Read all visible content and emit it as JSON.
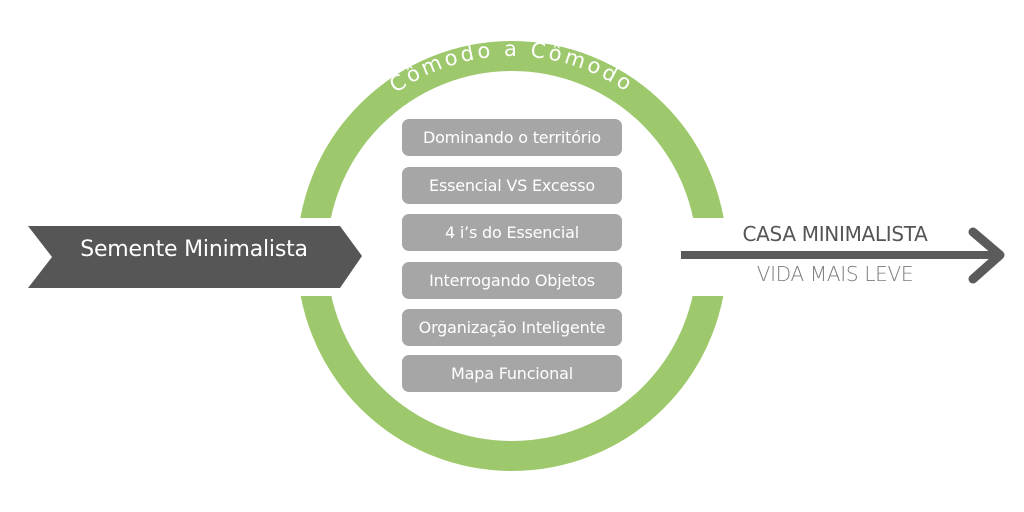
{
  "colors": {
    "ring": "#9dc86c",
    "box": "#a6a6a6",
    "dark_arrow": "#565656",
    "outcome_arrow": "#5b5b5b",
    "outcome_top_text": "#555555",
    "outcome_bottom_text": "#7a7a7a",
    "ring_text": "#ffffff"
  },
  "ring": {
    "label": "Cômodo a Cômodo"
  },
  "seed": {
    "label": "Semente Minimalista"
  },
  "steps": [
    {
      "label": "Dominando o território"
    },
    {
      "label": "Essencial VS Excesso"
    },
    {
      "label": "4 i’s do Essencial"
    },
    {
      "label": "Interrogando Objetos"
    },
    {
      "label": "Organização Inteligente"
    },
    {
      "label": "Mapa Funcional"
    }
  ],
  "outcome": {
    "title": "CASA MINIMALISTA",
    "subtitle": "VIDA MAIS LEVE",
    "icon": "arrow-right-icon"
  }
}
